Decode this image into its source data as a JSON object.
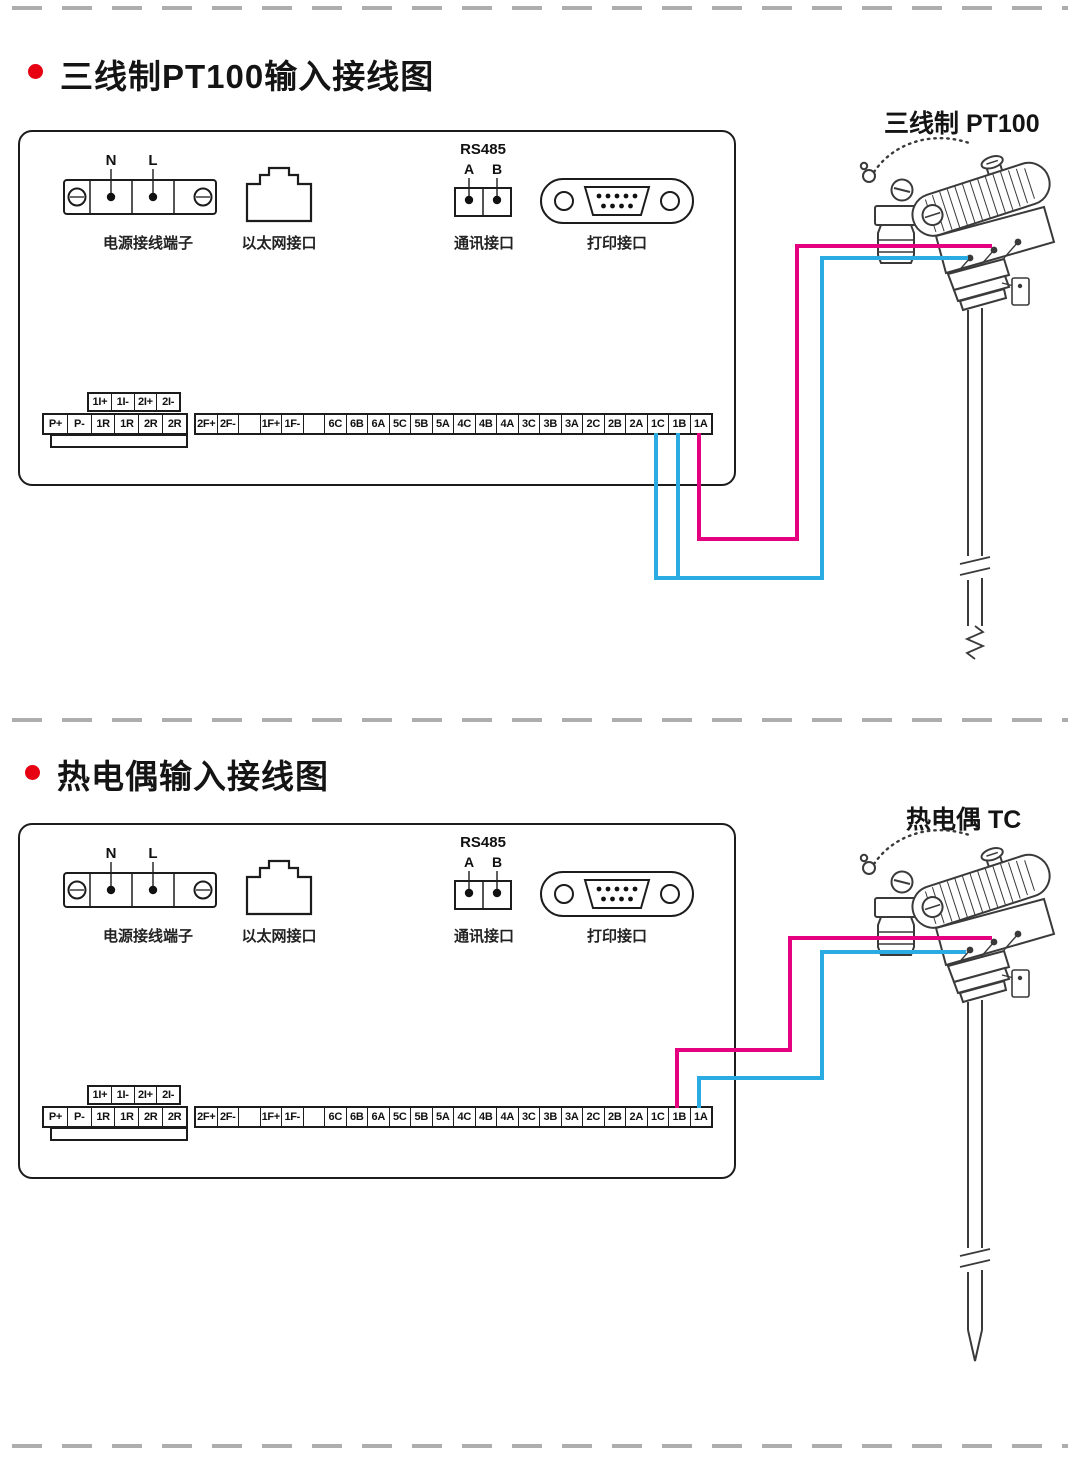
{
  "sections": [
    {
      "title": "三线制PT100输入接线图",
      "sensor_label": "三线制 PT100",
      "sensor_type": "pt100"
    },
    {
      "title": "热电偶输入接线图",
      "sensor_label": "热电偶 TC",
      "sensor_type": "tc"
    }
  ],
  "panel": {
    "power": {
      "label": "电源接线端子",
      "n": "N",
      "l": "L"
    },
    "ethernet": {
      "label": "以太网接口"
    },
    "comm": {
      "label": "通讯接口",
      "title": "RS485",
      "a": "A",
      "b": "B"
    },
    "printer": {
      "label": "打印接口"
    },
    "strips": {
      "aux": [
        "1I+",
        "1I-",
        "2I+",
        "2I-"
      ],
      "left": [
        "P+",
        "P-",
        "1R",
        "1R",
        "2R",
        "2R"
      ],
      "main": [
        "2F+",
        "2F-",
        "",
        "1F+",
        "1F-",
        "",
        "6C",
        "6B",
        "6A",
        "5C",
        "5B",
        "5A",
        "4C",
        "4B",
        "4A",
        "3C",
        "3B",
        "3A",
        "2C",
        "2B",
        "2A",
        "1C",
        "1B",
        "1A"
      ]
    }
  },
  "colors": {
    "wire_magenta": "#e4007f",
    "wire_blue": "#2aace3",
    "bullet": "#e60012"
  }
}
